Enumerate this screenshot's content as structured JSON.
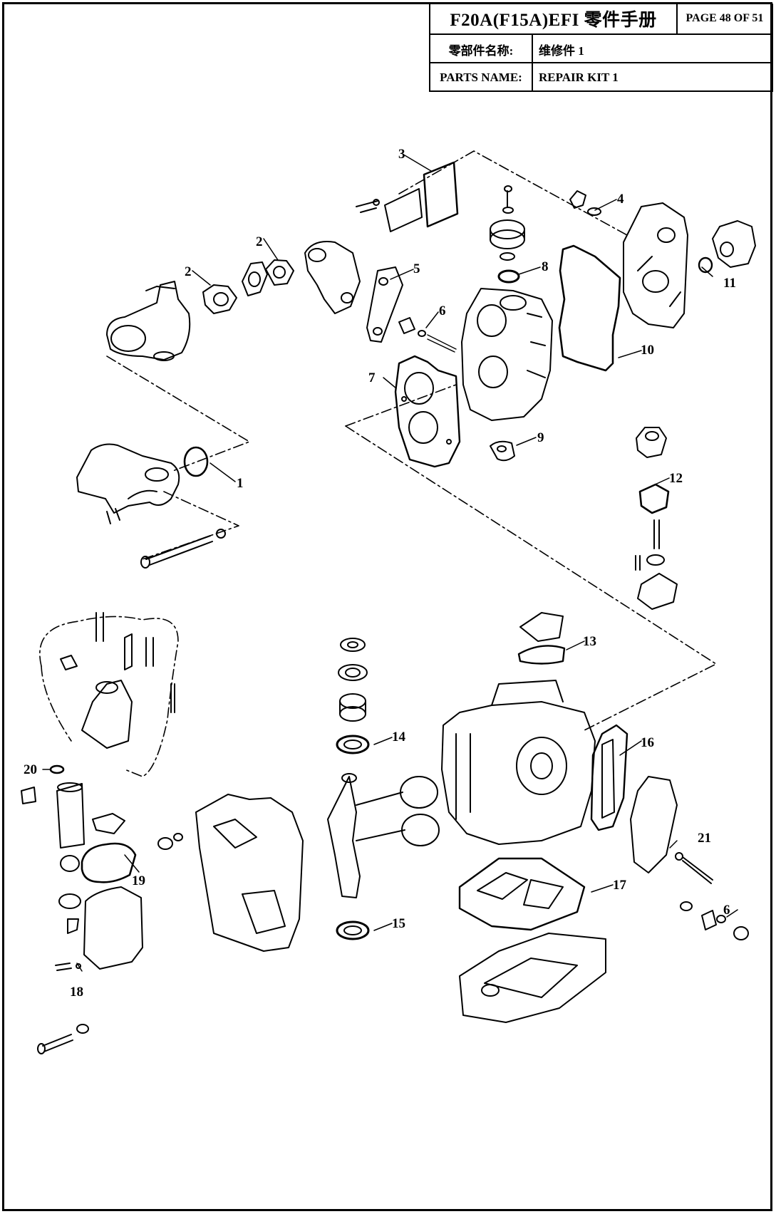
{
  "header": {
    "title": "F20A(F15A)EFI 零件手册",
    "page": "PAGE 48 OF 51",
    "name_cn_label": "零部件名称:",
    "name_cn_value": "维修件 1",
    "name_en_label": "PARTS NAME:",
    "name_en_value": "REPAIR KIT 1"
  },
  "callouts": {
    "c1": "1",
    "c2a": "2",
    "c2b": "2",
    "c3": "3",
    "c4": "4",
    "c5": "5",
    "c6a": "6",
    "c6b": "6",
    "c7": "7",
    "c8": "8",
    "c9": "9",
    "c10": "10",
    "c11": "11",
    "c12": "12",
    "c13": "13",
    "c14": "14",
    "c15": "15",
    "c16": "16",
    "c17": "17",
    "c18": "18",
    "c19": "19",
    "c20": "20",
    "c21": "21"
  }
}
